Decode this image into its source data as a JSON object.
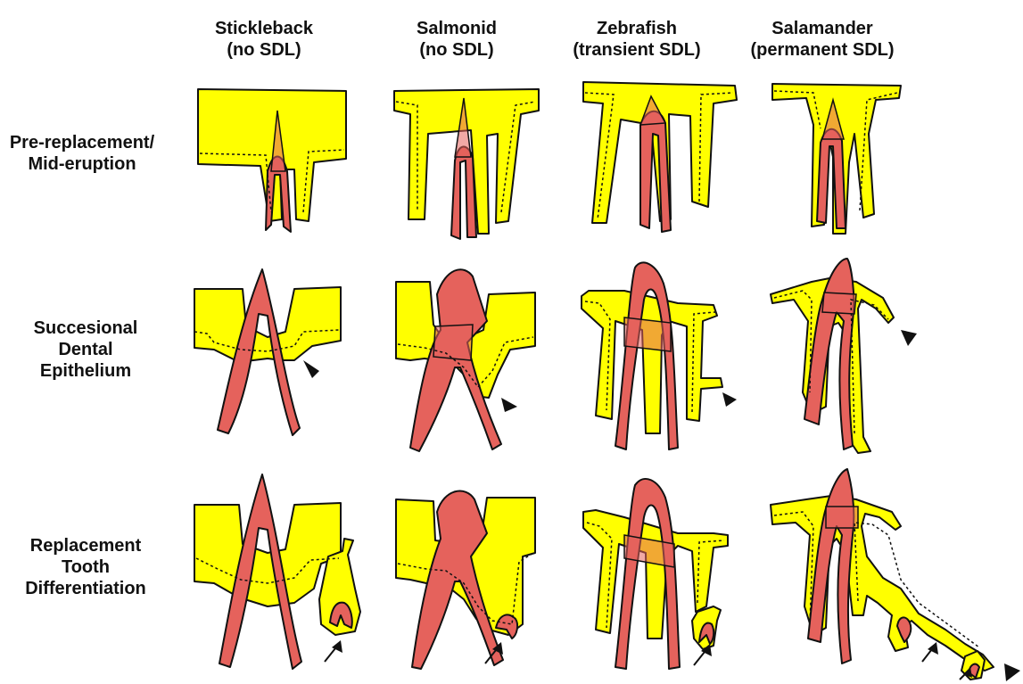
{
  "columns": [
    {
      "name": "Stickleback",
      "note": "(no SDL)"
    },
    {
      "name": "Salmonid",
      "note": "(no SDL)"
    },
    {
      "name": "Zebrafish",
      "note": "(transient SDL)"
    },
    {
      "name": "Salamander",
      "note": "(permanent SDL)"
    }
  ],
  "rows": [
    {
      "lines": [
        "Pre-replacement/",
        "Mid-eruption"
      ]
    },
    {
      "lines": [
        "Succesional",
        "Dental",
        "Epithelium"
      ]
    },
    {
      "lines": [
        "Replacement",
        "Tooth",
        "Differentiation"
      ]
    }
  ],
  "colors": {
    "epithelium": "#ffff00",
    "tooth": "#e5625c",
    "outline": "#111111"
  }
}
